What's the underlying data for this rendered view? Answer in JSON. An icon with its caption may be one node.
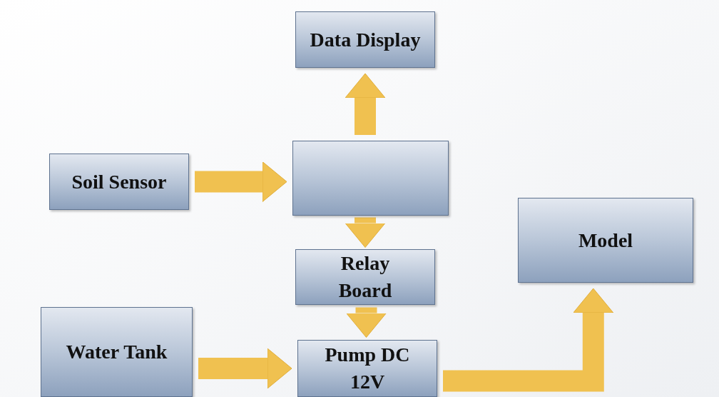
{
  "diagram": {
    "nodes": [
      {
        "text": [
          "Data Display"
        ]
      },
      {
        "text": [],
        "shape": "box"
      },
      {
        "text": [
          "Soil Sensor"
        ]
      },
      {
        "text": [
          "Relay Board"
        ]
      },
      {
        "text": [
          "Model"
        ]
      },
      {
        "text": [
          "Water Tank"
        ]
      },
      {
        "text": [
          "Pump DC 12V"
        ]
      }
    ],
    "edges": [
      {
        "from": 1,
        "to": 0,
        "arrow": "to"
      },
      {
        "from": 2,
        "to": 1,
        "arrow": "to"
      },
      {
        "from": 1,
        "to": 3,
        "arrow": "to"
      },
      {
        "from": 3,
        "to": 6,
        "arrow": "to"
      },
      {
        "from": 5,
        "to": 6,
        "arrow": "to"
      },
      {
        "from": 6,
        "to": 4,
        "arrow": "to"
      }
    ]
  }
}
